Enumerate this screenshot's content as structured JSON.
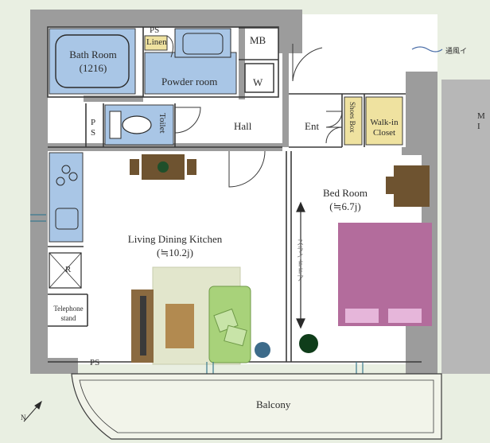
{
  "rooms": {
    "bath_room": {
      "name": "Bath Room",
      "size": "(1216)"
    },
    "ps_top": "PS",
    "linen": "Linen",
    "powder_room": "Powder room",
    "washer": "W",
    "mb": "MB",
    "ps_side": "P\nS",
    "toilet": "Toilet",
    "hall": "Hall",
    "entrance": "Ent",
    "shoes_box": "Shoes Box",
    "walkin_closet": {
      "line1": "Walk-in",
      "line2": "Closet"
    },
    "bed_room": {
      "name": "Bed Room",
      "size": "(≒6.7j)"
    },
    "living": {
      "name": "Living Dining Kitchen",
      "size": "(≒10.2j)"
    },
    "fridge": "R",
    "telephone_stand": {
      "line1": "Telephone",
      "line2": "stand"
    },
    "ps_bottom": "PS",
    "balcony": "Balcony",
    "sliding_door": "スライドドア",
    "ventilation": "通風イ",
    "side_label": "M\nI",
    "compass": "N"
  },
  "colors": {
    "background": "#e9efe2",
    "wall": "#9c9c9c",
    "wet_area": "#a9c6e6",
    "closet": "#efe2a0",
    "bed": "#b36c9c",
    "pillow": "#e6b6da",
    "sofa": "#a8d27a",
    "wood": "#6e5330",
    "rug": "#e2e6cc"
  }
}
